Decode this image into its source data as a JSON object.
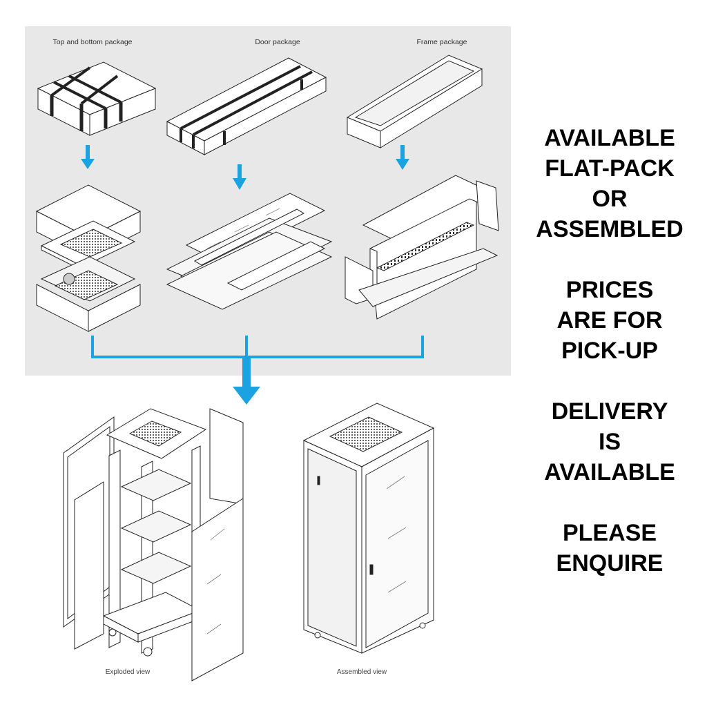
{
  "packages": {
    "top_bottom_label": "Top and bottom package",
    "door_label": "Door package",
    "frame_label": "Frame package"
  },
  "views": {
    "exploded_label": "Exploded view",
    "assembled_label": "Assembled view"
  },
  "notice": {
    "block1": [
      "AVAILABLE",
      "FLAT-PACK",
      "OR",
      "ASSEMBLED"
    ],
    "block2": [
      "PRICES",
      "ARE FOR",
      "PICK-UP"
    ],
    "block3": [
      "DELIVERY",
      "IS",
      "AVAILABLE"
    ],
    "block4": [
      "PLEASE",
      "ENQUIRE"
    ]
  },
  "colors": {
    "panel_bg": "#e8e8e8",
    "arrow_blue": "#1aa3e0",
    "line_art": "#222222"
  }
}
